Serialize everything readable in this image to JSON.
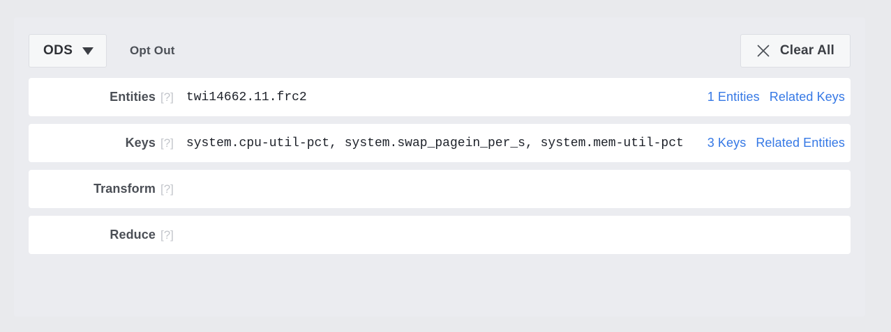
{
  "toolbar": {
    "source_label": "ODS",
    "source_caret_icon": "chevron-down-icon",
    "opt_out_label": "Opt Out",
    "clear_all_label": "Clear All",
    "clear_all_icon": "close-icon"
  },
  "help_marker": "[?]",
  "colors": {
    "link_blue": "#3578e5",
    "page_background": "#e9eaed",
    "panel_background": "#ebecf0",
    "card_background": "#ffffff",
    "label_text": "#4b4f56"
  },
  "rows": [
    {
      "label": "Entities",
      "value": "twi14662.11.frc2",
      "links": [
        "1 Entities",
        "Related Keys"
      ]
    },
    {
      "label": "Keys",
      "value": "system.cpu-util-pct, system.swap_pagein_per_s, system.mem-util-pct",
      "links": [
        "3 Keys",
        "Related Entities"
      ]
    },
    {
      "label": "Transform",
      "value": "",
      "links": []
    },
    {
      "label": "Reduce",
      "value": "",
      "links": []
    }
  ]
}
